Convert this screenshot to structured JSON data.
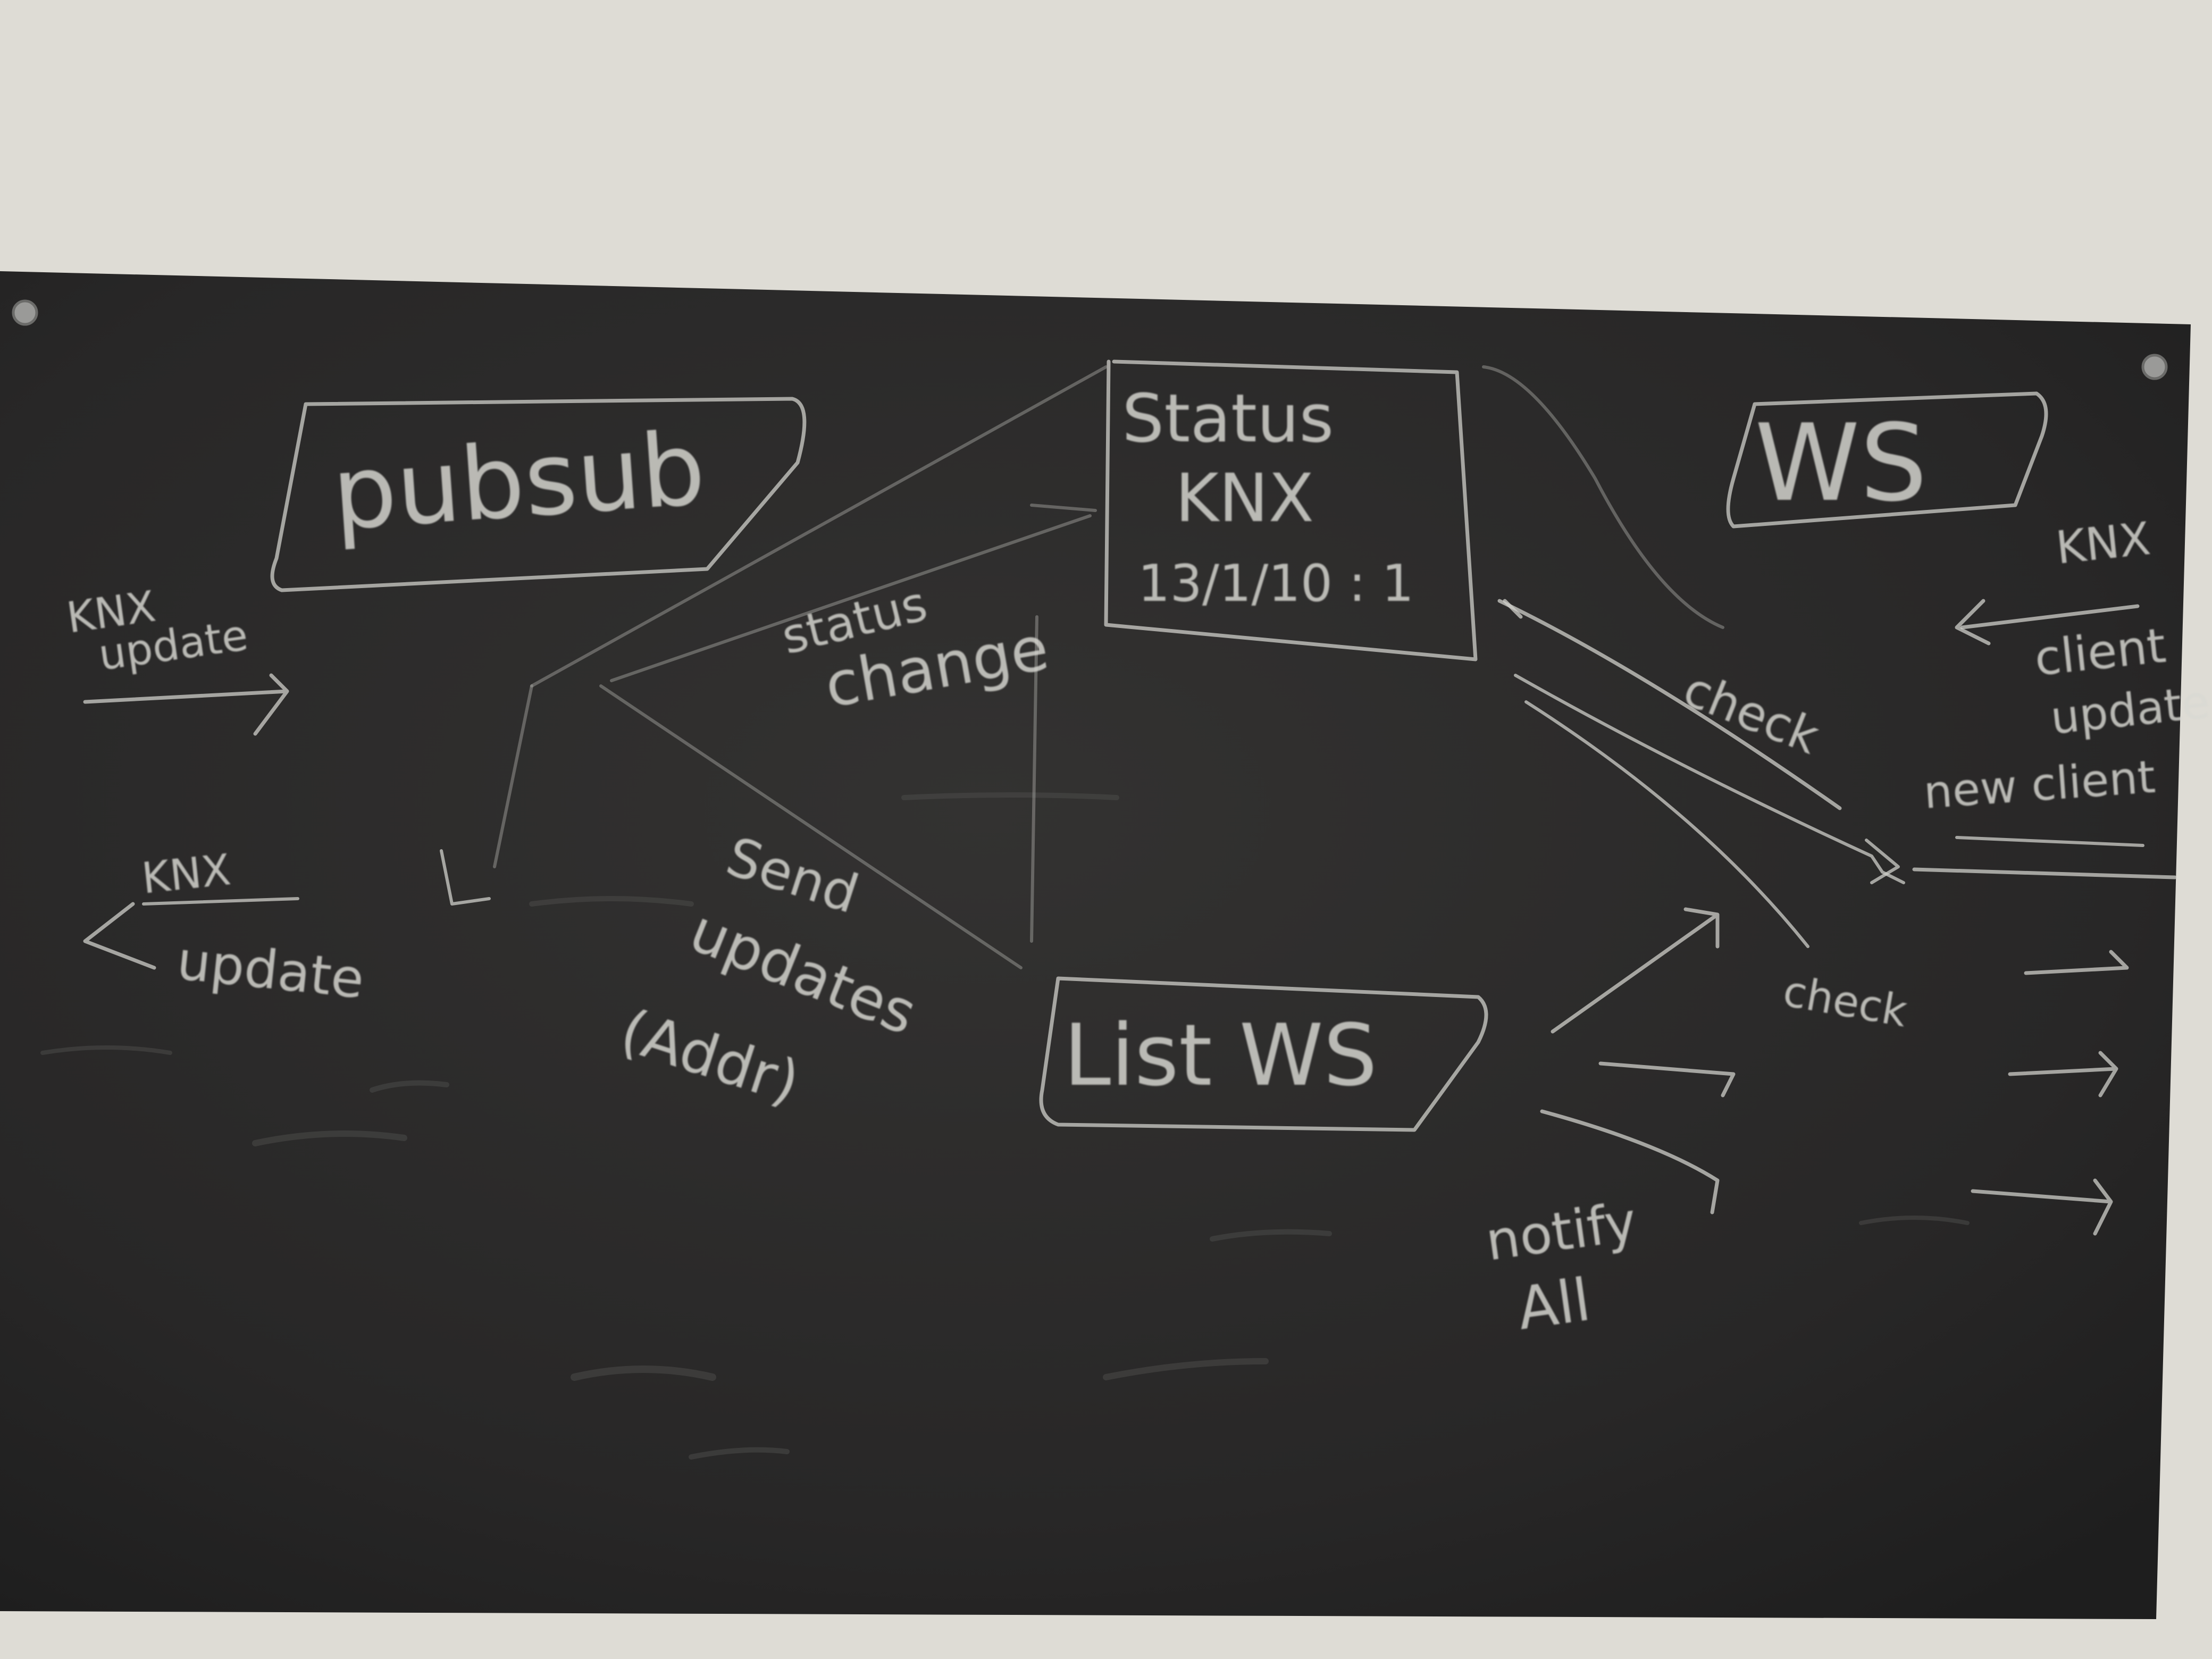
{
  "colors": {
    "wall": "#dedcd5",
    "board": "#2b2a29",
    "chalk": "#d9d9d4"
  },
  "board_labels": {
    "pubsub": "pubsub",
    "status_title": "Status",
    "status_knx": "KNX",
    "status_addr": "13/1/10 : 1",
    "ws": "WS",
    "list_ws": "List WS",
    "knx_update_top_1": "KNX",
    "knx_update_top_2": "update",
    "knx_update_bottom_1": "KNX",
    "knx_update_bottom_2": "update",
    "status_change_1": "status",
    "status_change_2": "change",
    "send_updates_1": "Send",
    "send_updates_2": "updates",
    "send_updates_3": "(Addr)",
    "check_top": "check",
    "check_bottom": "check",
    "knx_right": "KNX",
    "client_update_1": "client",
    "client_update_2": "update",
    "new_client": "new client",
    "notify_all_1": "notify",
    "notify_all_2": "All"
  }
}
